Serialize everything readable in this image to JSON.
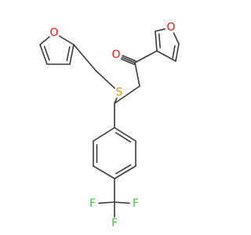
{
  "atoms": [
    {
      "id": "fo1",
      "label": "O",
      "color": "#ff0d0d"
    },
    {
      "id": "co",
      "label": "O",
      "color": "#ff0d0d"
    },
    {
      "id": "fo2",
      "label": "O",
      "color": "#ff0d0d"
    },
    {
      "id": "s",
      "label": "S",
      "color": "#c9a000"
    },
    {
      "id": "f1",
      "label": "F",
      "color": "#33cc33"
    },
    {
      "id": "f2",
      "label": "F",
      "color": "#33cc33"
    },
    {
      "id": "f3",
      "label": "F",
      "color": "#33cc33"
    }
  ]
}
